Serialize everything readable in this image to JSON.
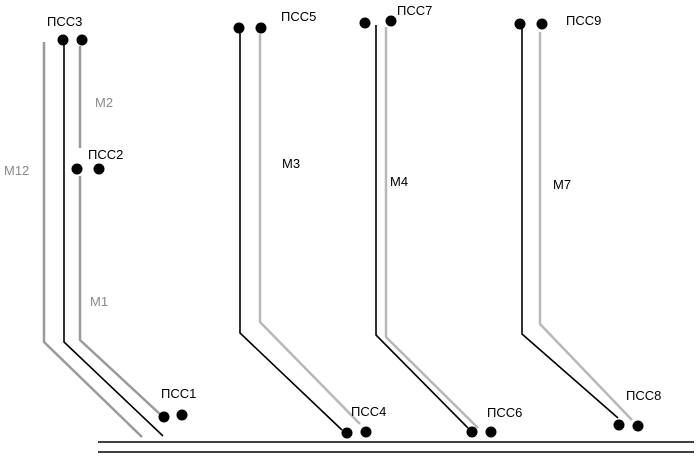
{
  "colors": {
    "black_line": "#000000",
    "gray_line": "#9a9a9a",
    "light_line": "#b8b8b8",
    "node": "#000000",
    "label_dark": "#000000",
    "label_gray": "#8a8a8a"
  },
  "stations": {
    "pss1": "ПСС1",
    "pss2": "ПСС2",
    "pss3": "ПСС3",
    "pss4": "ПСС4",
    "pss5": "ПСС5",
    "pss6": "ПСС6",
    "pss7": "ПСС7",
    "pss8": "ПСС8",
    "pss9": "ПСС9"
  },
  "lines": {
    "m1": "М1",
    "m2": "М2",
    "m3": "М3",
    "m4": "М4",
    "m7": "М7",
    "m12": "М12"
  }
}
